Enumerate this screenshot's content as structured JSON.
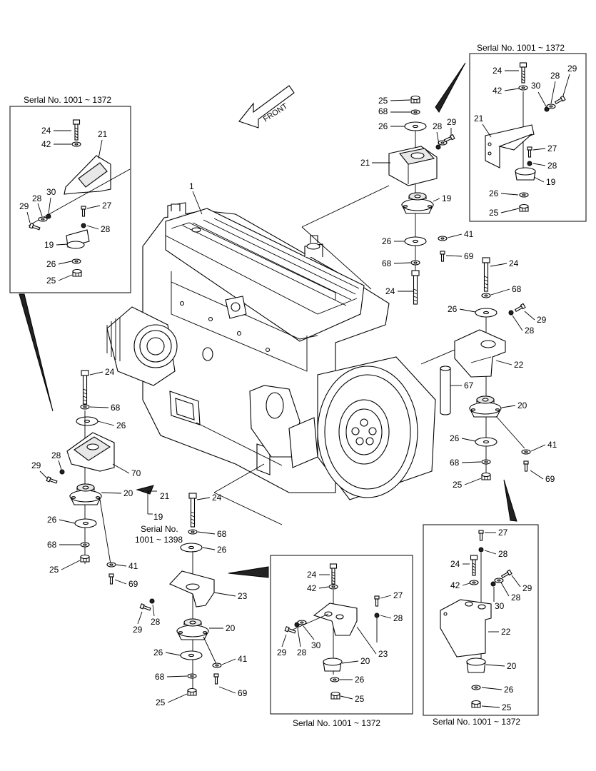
{
  "diagram": {
    "front_label": "FRONT",
    "captions": {
      "top_right": "Serlal No. 1001 ~ 1372",
      "top_left": "Serlal No. 1001 ~ 1372",
      "bottom_center": "Serlal No. 1001 ~ 1372",
      "bottom_right": "Serlal No. 1001 ~ 1372",
      "serial_note_line1": "Serial No.",
      "serial_note_line2": "1001 ~ 1398"
    },
    "callouts": {
      "c1": "1",
      "tr_24": "24",
      "tr_42": "42",
      "tr_28a": "28",
      "tr_29": "29",
      "tr_30": "30",
      "tr_21": "21",
      "tr_27": "27",
      "tr_28b": "28",
      "tr_19": "19",
      "tr_26": "26",
      "tr_25": "25",
      "tc_25": "25",
      "tc_68": "68",
      "tc_26": "26",
      "tc_28": "28",
      "tc_29": "29",
      "tc_21": "21",
      "tc_19": "19",
      "tc_26b": "26",
      "tc_41": "41",
      "tc_68b": "68",
      "tc_69": "69",
      "tc_24": "24",
      "tl_24": "24",
      "tl_21": "21",
      "tl_42": "42",
      "tl_28": "28",
      "tl_30": "30",
      "tl_29": "29",
      "tl_27": "27",
      "tl_28b": "28",
      "tl_19": "19",
      "tl_26": "26",
      "tl_25": "25",
      "rm_24": "24",
      "rm_68": "68",
      "rm_26": "26",
      "rm_29": "29",
      "rm_28": "28",
      "rm_22": "22",
      "rm_67": "67",
      "rm_20": "20",
      "rm_26b": "26",
      "rm_41": "41",
      "rm_68b": "68",
      "rm_69": "69",
      "rm_25": "25",
      "lm_24": "24",
      "lm_68": "68",
      "lm_26": "26",
      "lm_28": "28",
      "lm_29": "29",
      "lm_70": "70",
      "lm_21": "21",
      "lm_19": "19",
      "lm_20": "20",
      "lm_26b": "26",
      "lm_68b": "68",
      "lm_25": "25",
      "lm_41": "41",
      "lm_69": "69",
      "bm_24": "24",
      "bm_68": "68",
      "bm_26": "26",
      "bm_23": "23",
      "bm_28": "28",
      "bm_29": "29",
      "bm_20": "20",
      "bm_26b": "26",
      "bm_41": "41",
      "bm_68b": "68",
      "bm_69": "69",
      "bm_25": "25",
      "bc_24": "24",
      "bc_42": "42",
      "bc_27": "27",
      "bc_28": "28",
      "bc_29": "29",
      "bc_28b": "28",
      "bc_30": "30",
      "bc_23": "23",
      "bc_20": "20",
      "bc_26": "26",
      "bc_25": "25",
      "br_27": "27",
      "br_28": "28",
      "br_24": "24",
      "br_42": "42",
      "br_29": "29",
      "br_28b": "28",
      "br_30": "30",
      "br_22": "22",
      "br_20": "20",
      "br_26": "26",
      "br_25": "25"
    }
  }
}
